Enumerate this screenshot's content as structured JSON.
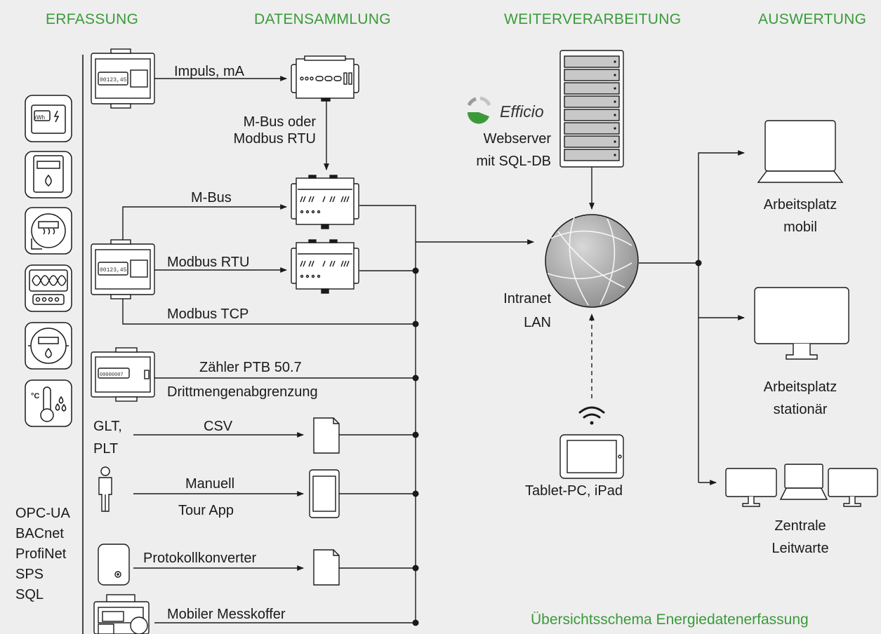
{
  "headers": {
    "erfassung": "ERFASSUNG",
    "datensammlung": "DATENSAMMLUNG",
    "weiterverarbeitung": "WEITERVERARBEITUNG",
    "auswertung": "AUSWERTUNG"
  },
  "links": {
    "impuls": "Impuls, mA",
    "mbus_oder_line1": "M-Bus oder",
    "mbus_oder_line2": "Modbus RTU",
    "mbus": "M-Bus",
    "modbus_rtu": "Modbus RTU",
    "modbus_tcp": "Modbus TCP",
    "zaehler": "Zähler PTB 50.7",
    "drittmengen": "Drittmengenabgrenzung",
    "glt_line1": "GLT,",
    "glt_line2": "PLT",
    "csv": "CSV",
    "manuell": "Manuell",
    "tour_app": "Tour App",
    "protokoll": "Protokollkonverter",
    "messkoffer": "Mobiler Messkoffer"
  },
  "server": {
    "brand": "Efficio",
    "line1": "Webserver",
    "line2": "mit SQL-DB"
  },
  "network": {
    "line1": "Intranet",
    "line2": "LAN"
  },
  "tablet": "Tablet-PC, iPad",
  "outputs": {
    "mobil_line1": "Arbeitsplatz",
    "mobil_line2": "mobil",
    "stationaer_line1": "Arbeitsplatz",
    "stationaer_line2": "stationär",
    "leitwarte_line1": "Zentrale",
    "leitwarte_line2": "Leitwarte"
  },
  "meter_display": "00123,45",
  "ptb_display": "00000007",
  "kwh_label": "kWh",
  "protocols": [
    "OPC-UA",
    "BACnet",
    "ProfiNet",
    "SPS",
    "SQL"
  ],
  "caption": "Übersichtsschema Energiedatenerfassung",
  "colors": {
    "accent": "#3a9a3a",
    "line": "#1a1a1a",
    "background": "#eeeeee"
  }
}
